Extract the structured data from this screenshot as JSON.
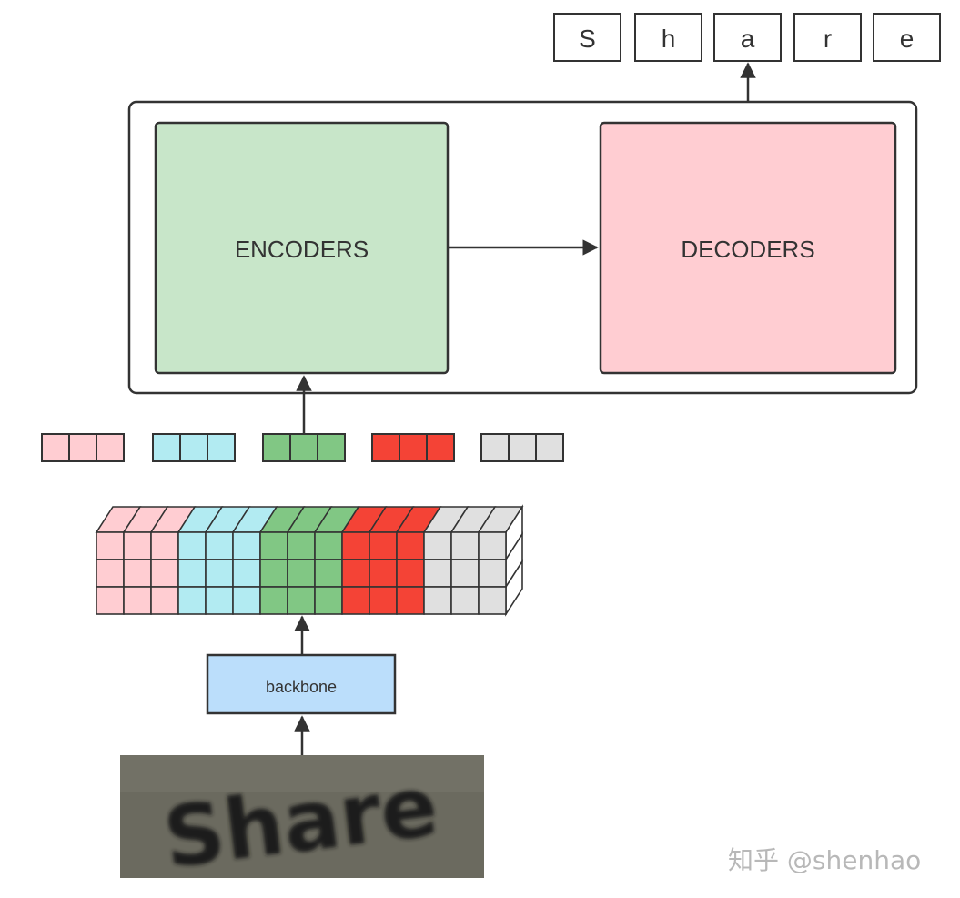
{
  "output_chars": [
    "S",
    "h",
    "a",
    "r",
    "e"
  ],
  "encoder": {
    "label": "ENCODERS",
    "color": "#c8e6c9"
  },
  "decoder": {
    "label": "DECODERS",
    "color": "#ffcdd2"
  },
  "backbone": {
    "label": "backbone",
    "color": "#bbdefb"
  },
  "feature_colors": [
    "#ffcdd2",
    "#b2ebf2",
    "#81c784",
    "#f44336",
    "#e0e0e0"
  ],
  "input_image": {
    "text": "Share"
  },
  "watermark": "知乎 @shenhao"
}
